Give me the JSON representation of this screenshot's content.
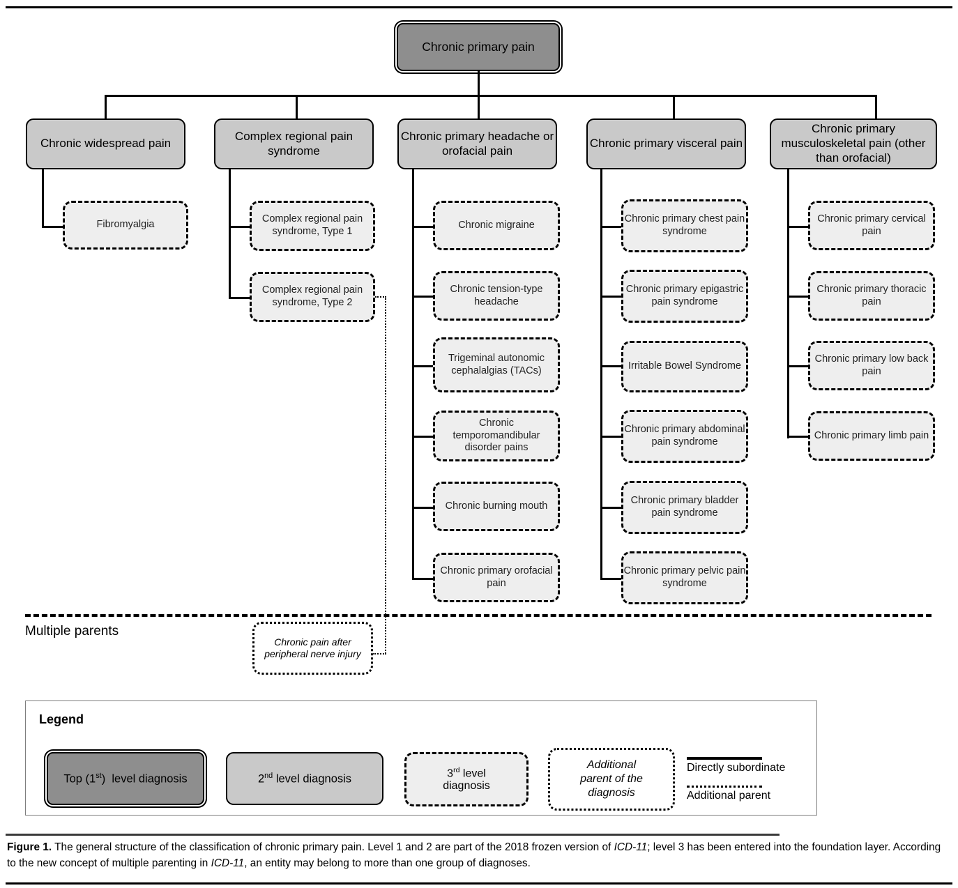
{
  "figure": {
    "root": {
      "label": "Chronic primary pain"
    },
    "columns": [
      {
        "id": "chronic-widespread-pain",
        "label": "Chronic widespread pain",
        "children": [
          {
            "label": "Fibromyalgia"
          }
        ]
      },
      {
        "id": "complex-regional-pain-syndrome",
        "label": "Complex regional pain syndrome",
        "children": [
          {
            "label": "Complex regional pain syndrome, Type 1"
          },
          {
            "label": "Complex regional pain syndrome, Type 2"
          }
        ]
      },
      {
        "id": "chronic-primary-headache-or-orofacial-pain",
        "label": "Chronic primary headache or orofacial pain",
        "children": [
          {
            "label": "Chronic migraine"
          },
          {
            "label": "Chronic tension-type headache"
          },
          {
            "label": "Trigeminal autonomic cephalalgias (TACs)"
          },
          {
            "label": "Chronic temporomandibular disorder pains"
          },
          {
            "label": "Chronic burning mouth"
          },
          {
            "label": "Chronic primary orofacial pain"
          }
        ]
      },
      {
        "id": "chronic-primary-visceral-pain",
        "label": "Chronic primary visceral pain",
        "children": [
          {
            "label": "Chronic primary chest pain syndrome"
          },
          {
            "label": "Chronic primary epigastric pain syndrome"
          },
          {
            "label": "Irritable Bowel Syndrome"
          },
          {
            "label": "Chronic primary abdominal pain syndrome"
          },
          {
            "label": "Chronic primary bladder pain syndrome"
          },
          {
            "label": "Chronic primary pelvic pain syndrome"
          }
        ]
      },
      {
        "id": "chronic-primary-musculoskeletal-pain",
        "label": "Chronic primary musculoskeletal pain (other than orofacial)",
        "children": [
          {
            "label": "Chronic primary cervical pain"
          },
          {
            "label": "Chronic primary thoracic pain"
          },
          {
            "label": "Chronic primary low back pain"
          },
          {
            "label": "Chronic primary limb pain"
          }
        ]
      }
    ],
    "multiple_parents": {
      "section_label": "Multiple parents",
      "node_label": "Chronic pain after peripheral nerve injury"
    }
  },
  "legend": {
    "title": "Legend",
    "items": {
      "top_level": "Top (1st)  level diagnosis",
      "second_level": "2nd level diagnosis",
      "third_level": "3rd level diagnosis",
      "additional_parent": "Additional parent of the diagnosis",
      "line_solid_label": "Directly subordinate",
      "line_dotted_label": "Additional parent"
    }
  },
  "caption": {
    "label": "Figure 1.",
    "text_1": " The general structure of the classification of chronic primary pain. Level 1 and 2 are part of the 2018 frozen version of ",
    "icd_1": "ICD-11",
    "text_2": "; level 3 has been entered into the foundation layer. According to the new concept of multiple parenting in ",
    "icd_2": "ICD-11",
    "text_3": ", an entity may belong to more than one group of diagnoses."
  },
  "colors": {
    "level1_fill": "#8e8e8e",
    "level2_fill": "#c9c9c9",
    "level3_fill": "#eeeeee",
    "additional_parent_fill": "#ffffff",
    "line": "#000000"
  }
}
